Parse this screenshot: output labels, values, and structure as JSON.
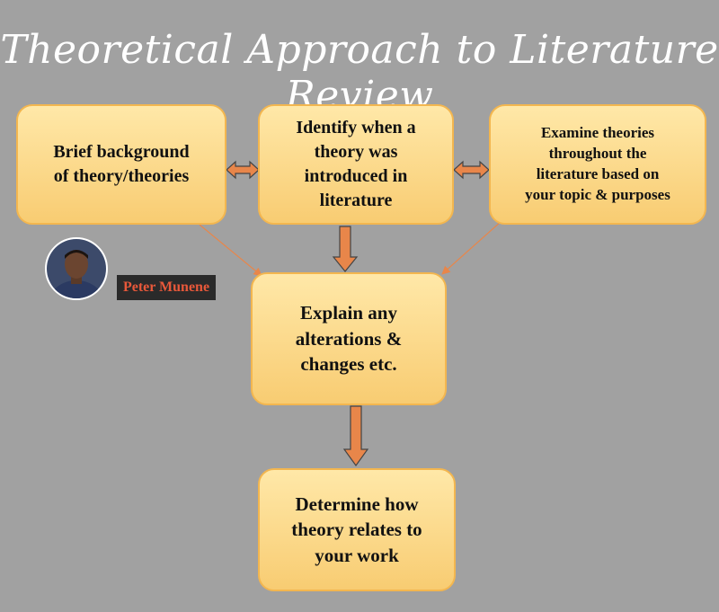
{
  "title": "Theoretical Approach to Literature Review",
  "boxes": {
    "background": "Brief background\nof theory/theories",
    "identify": "Identify when a\ntheory was\nintroduced in\nliterature",
    "examine": "Examine theories\nthroughout the\nliterature based on\nyour topic & purposes",
    "explain": "Explain any\nalterations &\nchanges etc.",
    "determine": "Determine how\ntheory relates to\nyour work"
  },
  "author": {
    "name": "Peter Munene"
  },
  "colors": {
    "background": "#a1a1a1",
    "box_fill": "#fbd68a",
    "box_border": "#f3b64f",
    "arrow_fill": "#e8864a",
    "arrow_outline": "#444444",
    "connector_line": "#e8864a",
    "author_label_bg": "#2a2a2a",
    "author_label_text": "#e8583a"
  },
  "icons": {
    "avatar": "person-photo-icon"
  }
}
